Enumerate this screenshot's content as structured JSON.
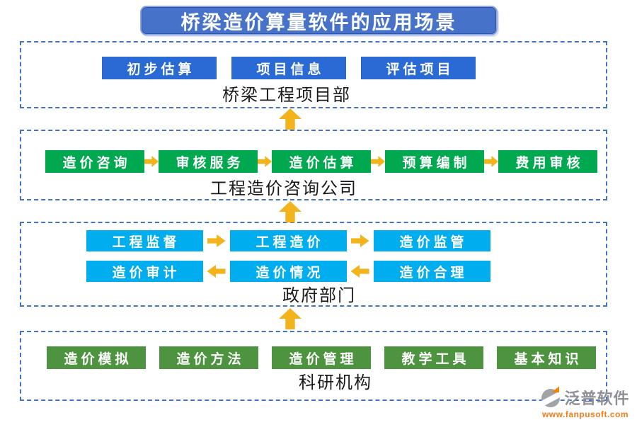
{
  "title": "桥梁造价算量软件的应用场景",
  "sections": [
    {
      "id": "bridge-project-dept",
      "label": "桥梁工程项目部",
      "buttons": [
        "初步估算",
        "项目信息",
        "评估项目"
      ]
    },
    {
      "id": "cost-consulting-company",
      "label": "工程造价咨询公司",
      "buttons": [
        "造价咨询",
        "审核服务",
        "造价估算",
        "预算编制",
        "费用审核"
      ],
      "arrow_direction": "right"
    },
    {
      "id": "government-dept",
      "label": "政府部门",
      "rows": [
        {
          "buttons": [
            "工程监督",
            "工程造价",
            "造价监管"
          ],
          "arrow_direction": "right"
        },
        {
          "buttons": [
            "造价审计",
            "造价情况",
            "造价合理"
          ],
          "arrow_direction": "left"
        }
      ]
    },
    {
      "id": "research-institution",
      "label": "科研机构",
      "buttons": [
        "造价模拟",
        "造价方法",
        "造价管理",
        "教学工具",
        "基本知识"
      ]
    }
  ],
  "logo": {
    "name": "泛普软件",
    "website": "www.fanpusoft.com"
  },
  "icons": {
    "up_arrow": "gold-block-up-arrow",
    "right_arrow": "gold-block-right-arrow",
    "left_arrow": "gold-block-left-arrow",
    "logo_mark": "fanpu-grey-sphere-swoosh"
  },
  "colors": {
    "title_bg": "#4672c9",
    "title_border": "#8ea6e0",
    "section_border": "#4472c4",
    "btn_blue": "#2a6ad5",
    "btn_green": "#00a850",
    "btn_cyan": "#00aeef",
    "btn_olive": "#4e9440",
    "arrow_gold": "#f2b31b",
    "logo_grey": "#8e9095",
    "logo_orange": "#f07f1a"
  }
}
